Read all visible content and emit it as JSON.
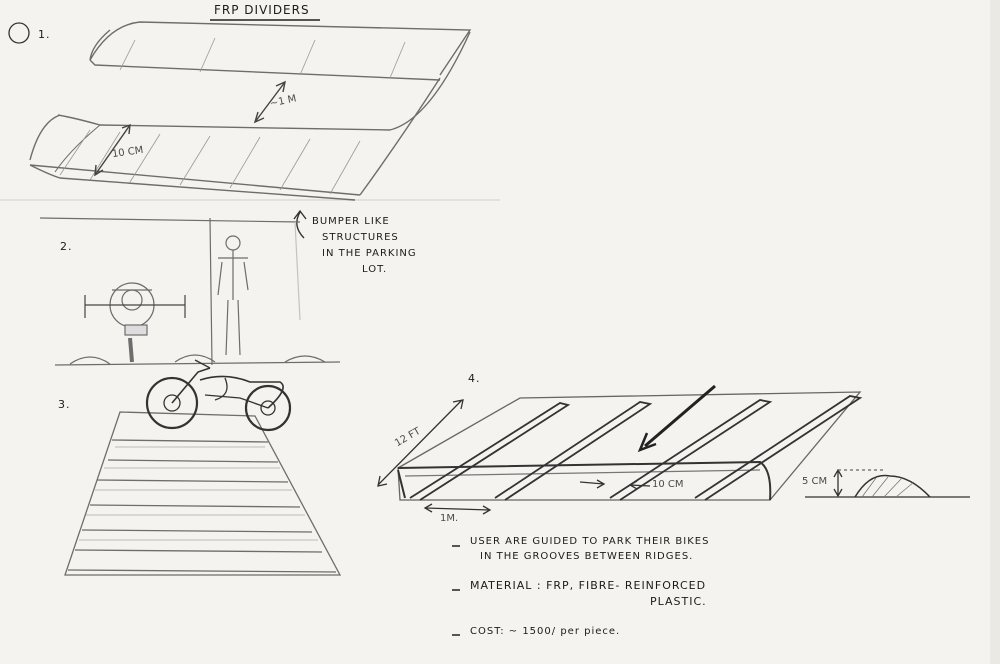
{
  "title": "FRP DIVIDERS",
  "sketch_numbers": {
    "n1": "1.",
    "n2": "2.",
    "n3": "3.",
    "n4": "4."
  },
  "top_sketch": {
    "width_label": "~1 m",
    "ridge_label": "10 cm"
  },
  "annotation_bumper": [
    "BUMPER LIKE",
    "STRUCTURES",
    "IN THE PARKING",
    "LOT."
  ],
  "parking_sketch": {
    "length_label": "12 ft",
    "gap_label": "1m.",
    "ridge_label": "10 cm",
    "height_label": "5 cm"
  },
  "notes": [
    {
      "bullet": "-",
      "lines": [
        "USER ARE GUIDED TO PARK THEIR BIKES",
        "IN THE GROOVES BETWEEN RIDGES."
      ]
    },
    {
      "bullet": "-",
      "lines": [
        "MATERIAL : FRP, FIBRE- REINFORCED",
        "PLASTIC."
      ]
    },
    {
      "bullet": "-",
      "lines": [
        "COST: ~ 1500/ per piece."
      ]
    }
  ]
}
